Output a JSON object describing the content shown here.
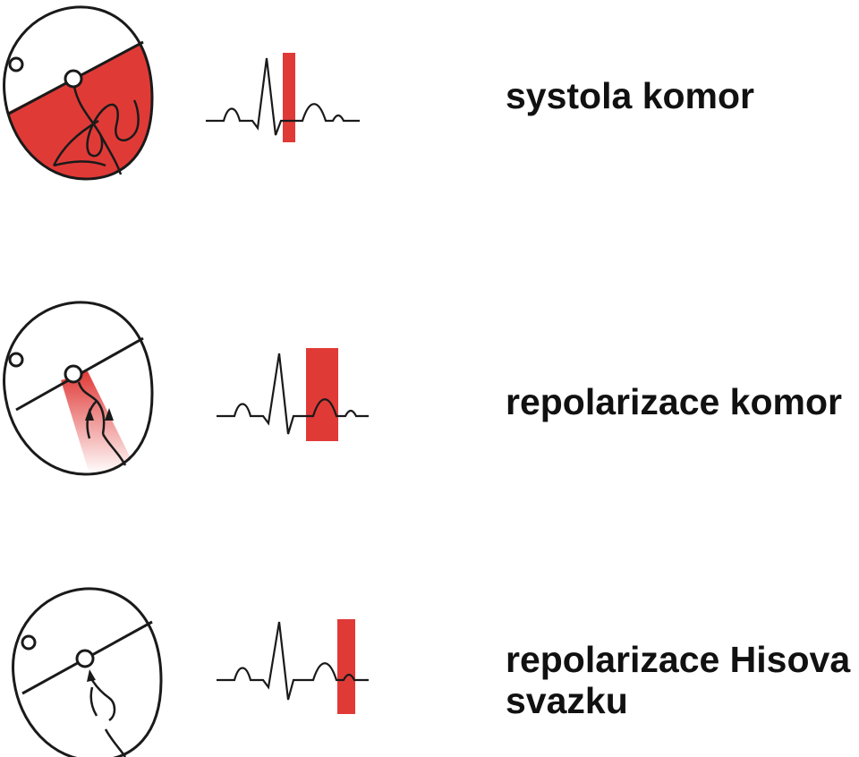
{
  "colors": {
    "highlight": "#e03a37",
    "line": "#1a1a1a"
  },
  "stages": [
    {
      "label": "systola komor"
    },
    {
      "label": "repolarizace komor"
    },
    {
      "label": "repolarizace Hisova\nsvazku"
    }
  ]
}
